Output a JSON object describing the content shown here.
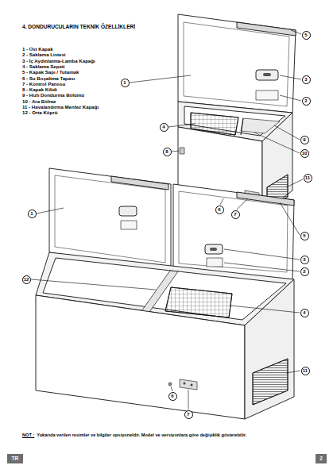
{
  "diagram": {
    "title": "4. DONDURUCULARIN TEKNİK ÖZELLİKLERİ",
    "nodes": [
      {
        "text": [
          "5"
        ]
      },
      {
        "text": [
          "3"
        ]
      },
      {
        "text": [
          "1"
        ]
      },
      {
        "text": [
          "2"
        ]
      },
      {
        "text": [
          "4"
        ]
      },
      {
        "text": [
          "9"
        ]
      },
      {
        "text": [
          "8"
        ]
      },
      {
        "text": [
          "10"
        ]
      },
      {
        "text": [
          "11"
        ]
      },
      {
        "text": [
          "6"
        ]
      },
      {
        "text": [
          "7"
        ]
      },
      {
        "text": [
          "1"
        ]
      },
      {
        "text": [
          "5"
        ]
      },
      {
        "text": [
          "3"
        ]
      },
      {
        "text": [
          "2"
        ]
      },
      {
        "text": [
          "12"
        ]
      },
      {
        "text": [
          "4"
        ]
      },
      {
        "text": [
          "11"
        ]
      },
      {
        "text": [
          "6"
        ]
      },
      {
        "text": [
          "7"
        ]
      },
      {
        "text": [
          "TR"
        ]
      },
      {
        "text": [
          "2"
        ]
      }
    ],
    "labels": [
      "1 - Üst Kapak",
      "2 - Saklama Listesi",
      "3 - İç Aydınlatma-Lamba Kapağı",
      "4 - Saklama Sepeti",
      "5 - Kapak Sapı / Tutamak",
      "6 - Su Boşaltma Tapası",
      "7 - Kontrol Panosu",
      "8 - Kapak Kilidi",
      "9 - Hızlı Dondurma Bölümü",
      "10 - Ara Bölme",
      "11 - Havalandırma Menfez Kapağı",
      "12 - Orta Köprü",
      "NOT :",
      "Yukarıda verilen resimler ve bilgiler opsiyoneldir. Model ve versiyonlara göre değişiklik gösterebilir."
    ]
  }
}
